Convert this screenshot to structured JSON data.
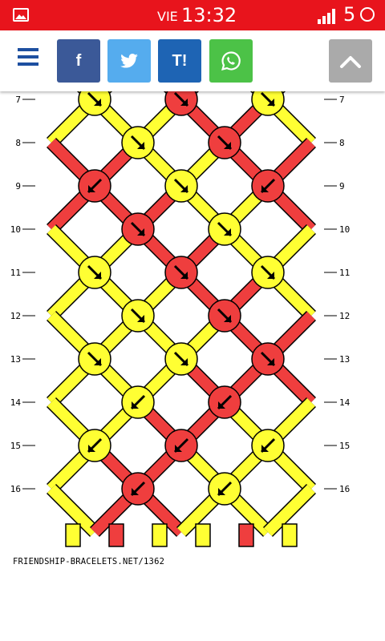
{
  "status_bar": {
    "day": "VIE",
    "time": "13:32",
    "network_label": "5"
  },
  "share_buttons": [
    {
      "label": "f",
      "color": "#3b5998"
    },
    {
      "label": "T!",
      "color": "#1e64b4"
    }
  ],
  "pattern": {
    "row_labels": [
      "7",
      "8",
      "9",
      "10",
      "11",
      "12",
      "13",
      "14",
      "15",
      "16"
    ],
    "strand_letters": [
      "A",
      "B",
      "A",
      "A",
      "B",
      "A"
    ],
    "colors": {
      "A": "#ffff33",
      "B": "#ef3e3e",
      "outline": "#000000"
    },
    "knots": [
      {
        "row": "7",
        "col": 1,
        "color": "A",
        "dir": "se"
      },
      {
        "row": "7",
        "col": 3,
        "color": "B",
        "dir": "se"
      },
      {
        "row": "7",
        "col": 5,
        "color": "A",
        "dir": "se"
      },
      {
        "row": "8",
        "col": 2,
        "color": "A",
        "dir": "se"
      },
      {
        "row": "8",
        "col": 4,
        "color": "B",
        "dir": "se"
      },
      {
        "row": "9",
        "col": 1,
        "color": "B",
        "dir": "sw-fwd"
      },
      {
        "row": "9",
        "col": 3,
        "color": "A",
        "dir": "se"
      },
      {
        "row": "9",
        "col": 5,
        "color": "B",
        "dir": "sw-fwd"
      },
      {
        "row": "10",
        "col": 2,
        "color": "B",
        "dir": "se"
      },
      {
        "row": "10",
        "col": 4,
        "color": "A",
        "dir": "se"
      },
      {
        "row": "11",
        "col": 1,
        "color": "A",
        "dir": "se"
      },
      {
        "row": "11",
        "col": 3,
        "color": "B",
        "dir": "se"
      },
      {
        "row": "11",
        "col": 5,
        "color": "A",
        "dir": "se"
      },
      {
        "row": "12",
        "col": 2,
        "color": "A",
        "dir": "se"
      },
      {
        "row": "12",
        "col": 4,
        "color": "B",
        "dir": "se"
      },
      {
        "row": "13",
        "col": 1,
        "color": "A",
        "dir": "se-fwd"
      },
      {
        "row": "13",
        "col": 3,
        "color": "A",
        "dir": "se"
      },
      {
        "row": "13",
        "col": 5,
        "color": "B",
        "dir": "se-fwd"
      },
      {
        "row": "14",
        "col": 2,
        "color": "A",
        "dir": "sw"
      },
      {
        "row": "14",
        "col": 4,
        "color": "B",
        "dir": "sw"
      },
      {
        "row": "15",
        "col": 1,
        "color": "A",
        "dir": "sw"
      },
      {
        "row": "15",
        "col": 3,
        "color": "B",
        "dir": "sw"
      },
      {
        "row": "15",
        "col": 5,
        "color": "A",
        "dir": "sw"
      },
      {
        "row": "16",
        "col": 2,
        "color": "B",
        "dir": "sw"
      },
      {
        "row": "16",
        "col": 4,
        "color": "A",
        "dir": "sw"
      }
    ]
  },
  "footer": {
    "source": "FRIENDSHIP-BRACELETS.NET/1362"
  }
}
